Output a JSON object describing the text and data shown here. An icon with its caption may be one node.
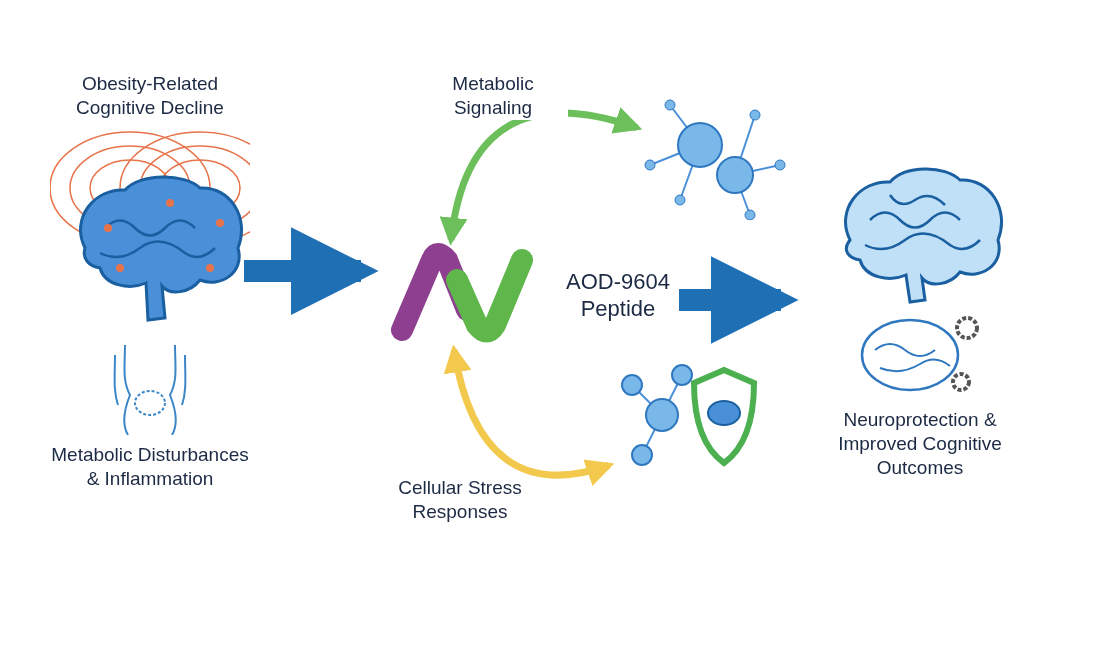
{
  "diagram": {
    "nodes": [
      {
        "text": [
          "Obesity-Related Cognitive Decline"
        ]
      },
      {
        "text": [
          "Metabolic Disturbances & Inflammation"
        ]
      },
      {
        "text": [
          "AOD-9604 Peptide"
        ]
      },
      {
        "text": [],
        "shape": "picture"
      },
      {
        "text": [],
        "shape": "picture"
      },
      {
        "text": [
          "Neuroprotection & Improved Cognitive Outcomes"
        ]
      }
    ],
    "edges": [
      {
        "from": 0,
        "to": 2,
        "arrow": "to",
        "style": "thick",
        "color": "#1f6fb5"
      },
      {
        "from": 2,
        "to": 5,
        "arrow": "to",
        "style": "thick",
        "color": "#1f6fb5"
      },
      {
        "from": 2,
        "to": 3,
        "arrow": "both",
        "label": "Metabolic Signaling",
        "color": "#6cbf5a"
      },
      {
        "from": 2,
        "to": 4,
        "arrow": "both",
        "label": "Cellular Stress Responses",
        "color": "#f2c94c"
      }
    ]
  }
}
